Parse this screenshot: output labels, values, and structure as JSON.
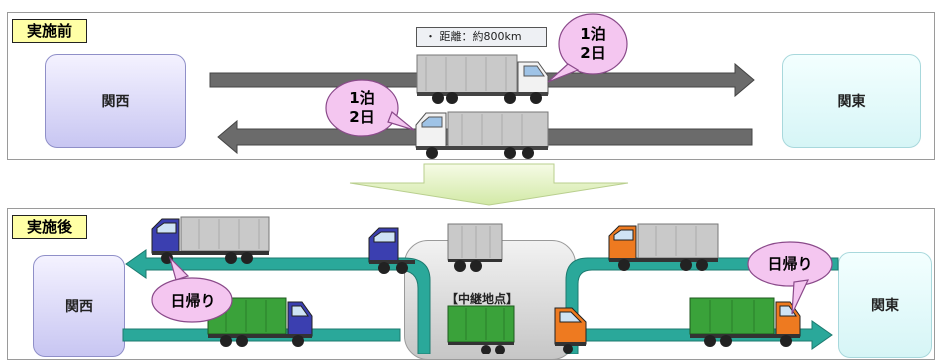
{
  "before": {
    "tag": "実施前",
    "left_box": "関西",
    "right_box": "関東",
    "distance_note": "・ 距離：約800km",
    "bubble_top": [
      "1泊",
      "2日"
    ],
    "bubble_bottom": [
      "1泊",
      "2日"
    ]
  },
  "after": {
    "tag": "実施後",
    "left_box": "関西",
    "right_box": "関東",
    "relay_label": "【中継地点】",
    "bubble_left": "日帰り",
    "bubble_right": "日帰り"
  },
  "colors": {
    "arrow_gray": "#6b6b6b",
    "arrow_teal": "#2aa89a",
    "bubble_pink": "#f4c6f0",
    "tag_yellow": "#ffffa6",
    "kansai_before": "#c8c6f2",
    "kanto_before": "#d6f5f6"
  },
  "icons": [
    "gray-truck",
    "blue-truck",
    "orange-truck",
    "green-truck",
    "down-arrow"
  ]
}
